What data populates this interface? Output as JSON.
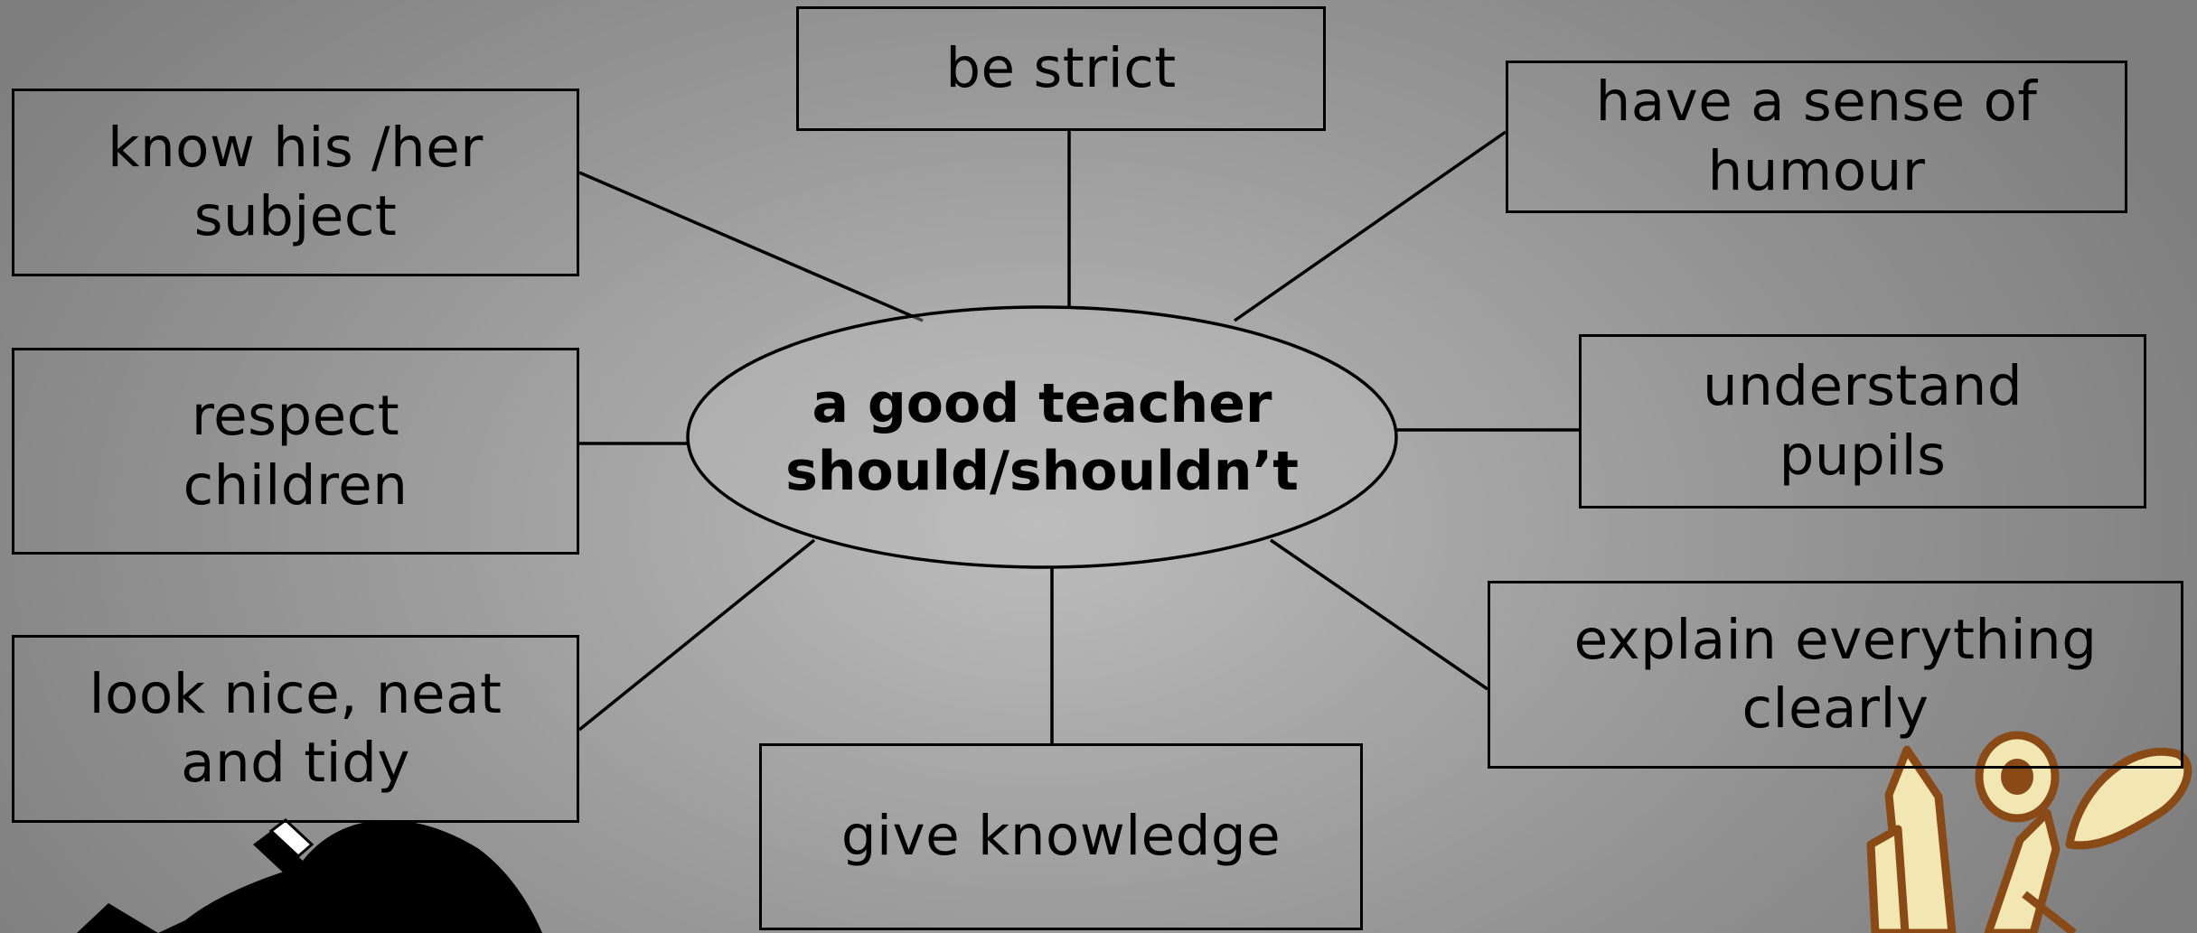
{
  "diagram": {
    "center": "a good teacher\nshould/shouldn’t",
    "nodes": {
      "be_strict": "be strict",
      "know_subject": "know his /her\nsubject",
      "sense_of_humour": "have a sense of\nhumour",
      "respect_children": "respect\nchildren",
      "understand_pupils": "understand\npupils",
      "look_nice": "look nice, neat\nand tidy",
      "explain_clearly": "explain everything\nclearly",
      "give_knowledge": "give knowledge"
    }
  },
  "decorations": {
    "bottom_left_icon": "palette-brush-icon",
    "bottom_right_icon": "pencil-scissors-icon"
  },
  "colors": {
    "line": "#000000",
    "text": "#000000",
    "clipart_fill": "#f2e6b2",
    "clipart_outline": "#8a4a16"
  }
}
